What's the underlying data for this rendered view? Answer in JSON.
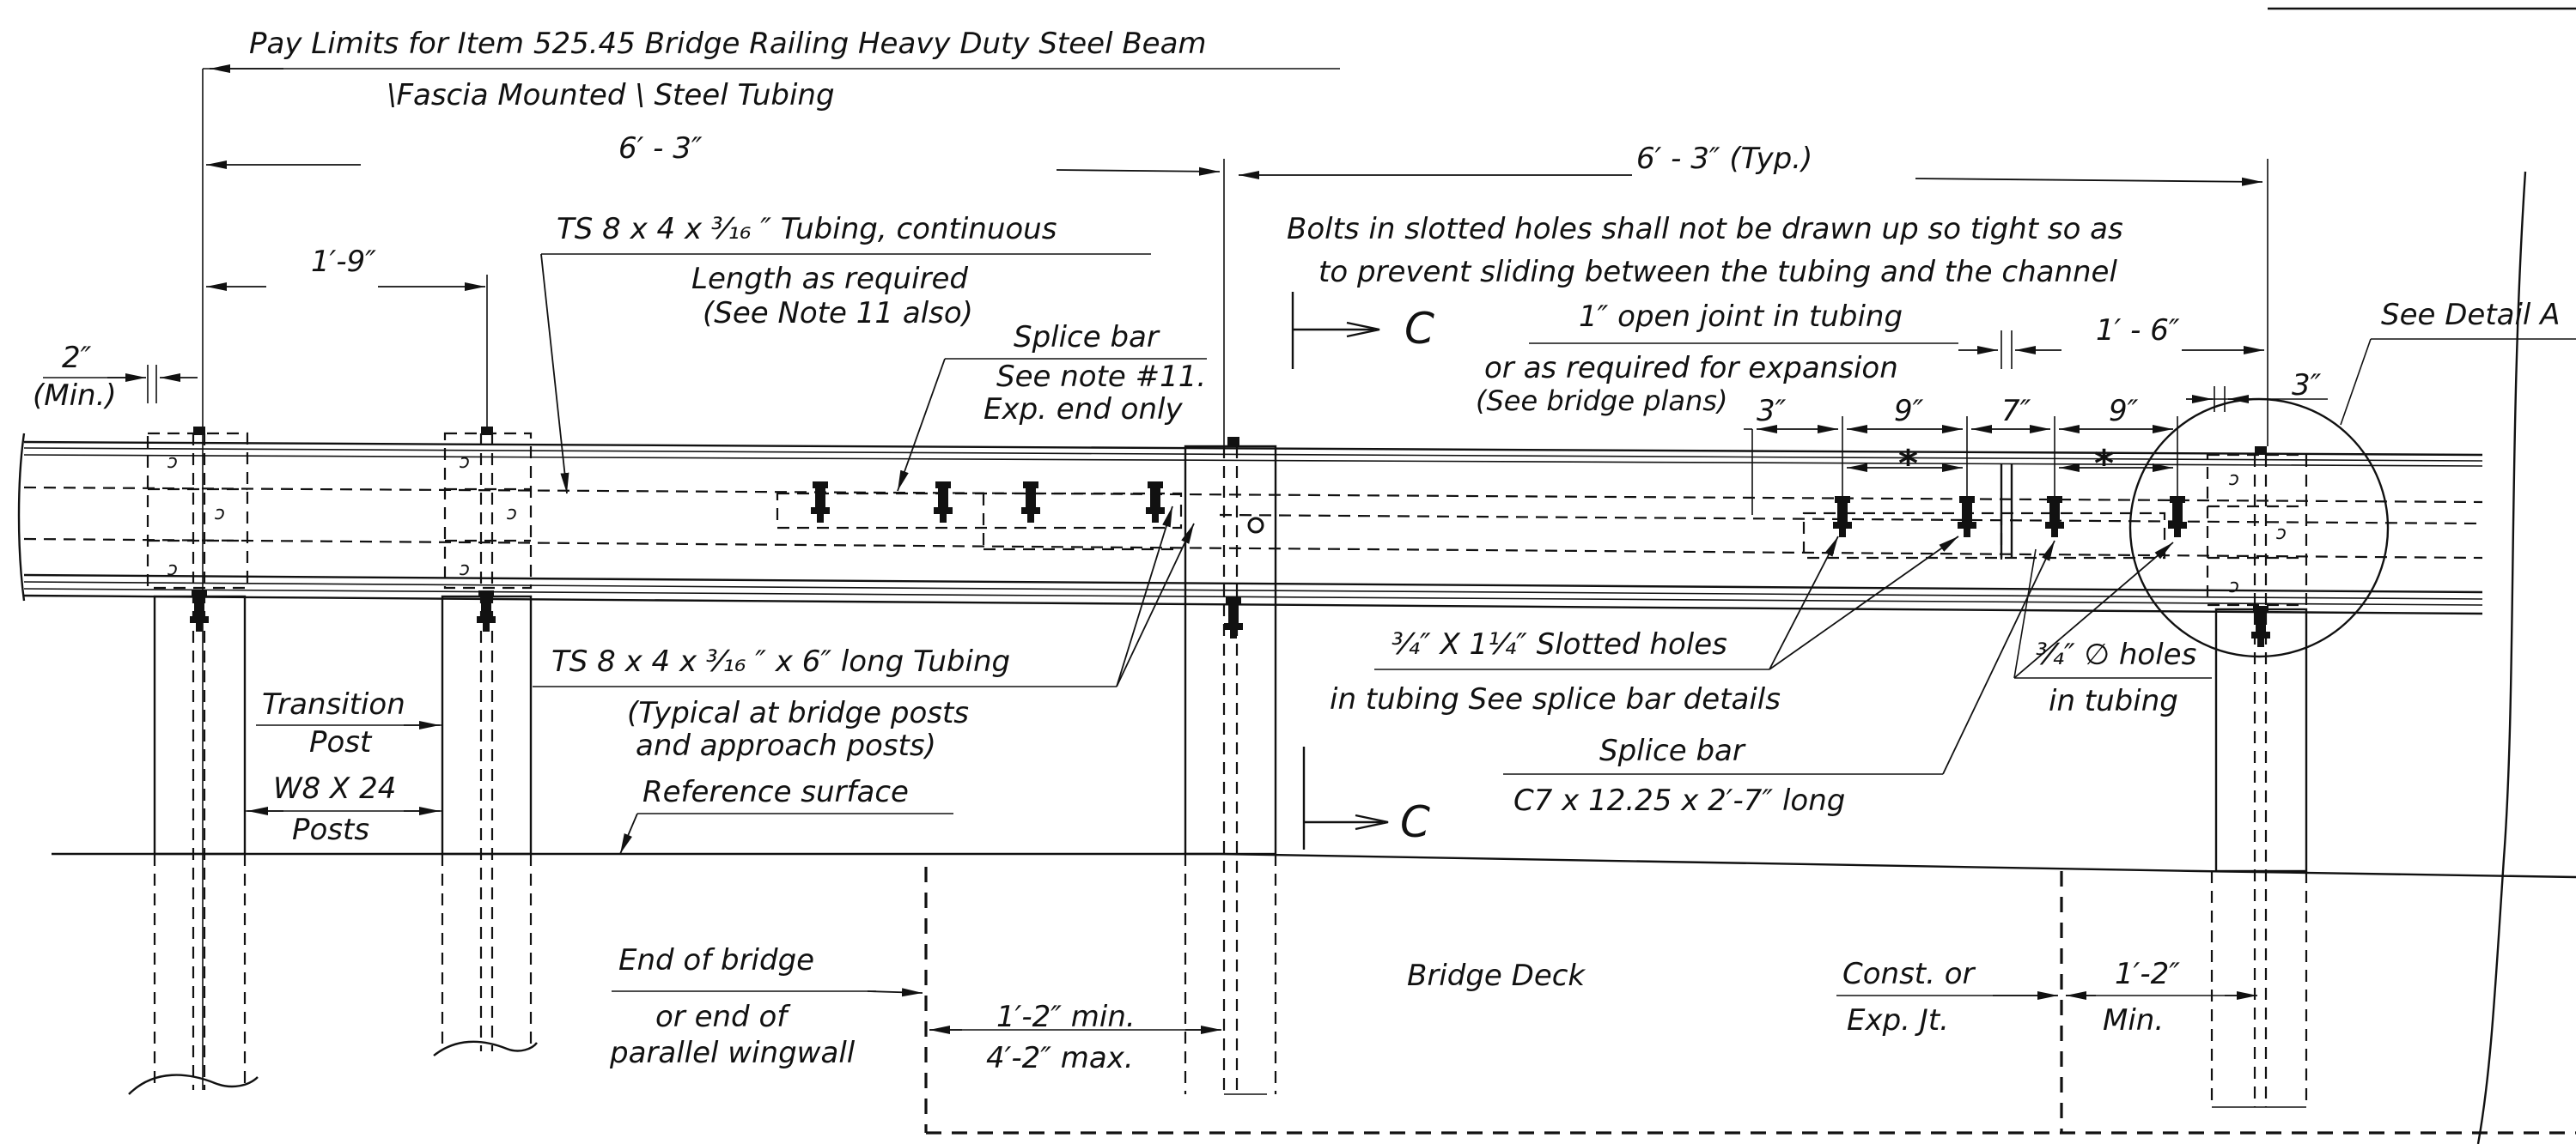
{
  "title_line1": "Pay Limits for Item 525.45 Bridge Railing Heavy Duty Steel Beam",
  "title_line2": "\\Fascia Mounted \\  Steel Tubing",
  "dims": {
    "d_6_3_left": "6′ - 3″",
    "d_6_3_typ": "6′ - 3″ (Typ.)",
    "d_1_9": "1′-9″",
    "d_2_min_a": "2″",
    "d_2_min_b": "(Min.)",
    "d_1_6": "1′ - 6″",
    "d_3_top": "3″",
    "d_3": "3″",
    "d_9a": "9″",
    "d_7": "7″",
    "d_9b": "9″",
    "star_a": "*",
    "star_b": "*",
    "d_1_2_min_a": "1′-2″ min.",
    "d_4_2_max": "4′-2″ max.",
    "d_1_2_b": "1′-2″",
    "d_min": "Min."
  },
  "notes": {
    "ts_tube_1": "TS 8 x 4 x ³⁄₁₆ ″ Tubing, continuous",
    "ts_tube_2": "Length as required",
    "ts_tube_3": "(See Note 11 also)",
    "splice_1": "Splice bar",
    "splice_2": "See note #11.",
    "splice_3": "Exp. end only",
    "bolts_1": "Bolts in slotted holes shall not be drawn up so tight so as",
    "bolts_2": "to prevent sliding between the tubing and the channel",
    "joint_1": "1″ open joint in tubing",
    "joint_2": "or as required for expansion",
    "joint_3": "(See bridge plans)",
    "detail_a": "See Detail A",
    "ts_short_1": "TS 8 x 4 x ³⁄₁₆ ″ x 6″ long Tubing",
    "ts_short_2": "(Typical at bridge posts",
    "ts_short_3": "and approach posts)",
    "slotted_1": "³⁄₄″ X 1¹⁄₄″ Slotted holes",
    "slotted_2": "in tubing  See splice bar details",
    "splice_bar_1": "Splice bar",
    "splice_bar_2": "C7 x 12.25 x 2′-7″ long",
    "holes_1": "³⁄₄″ ∅ holes",
    "holes_2": "in tubing",
    "transition_1": "Transition",
    "transition_2": "Post",
    "posts_1": "W8 X 24",
    "posts_2": "Posts",
    "ref_surface": "Reference surface",
    "bridge_deck": "Bridge Deck",
    "end_bridge_1": "End of bridge",
    "end_bridge_2": "or end of",
    "end_bridge_3": "parallel wingwall",
    "const_1": "Const. or",
    "const_2": "Exp. Jt.",
    "section_c_top": "C",
    "section_c_bottom": "C"
  }
}
